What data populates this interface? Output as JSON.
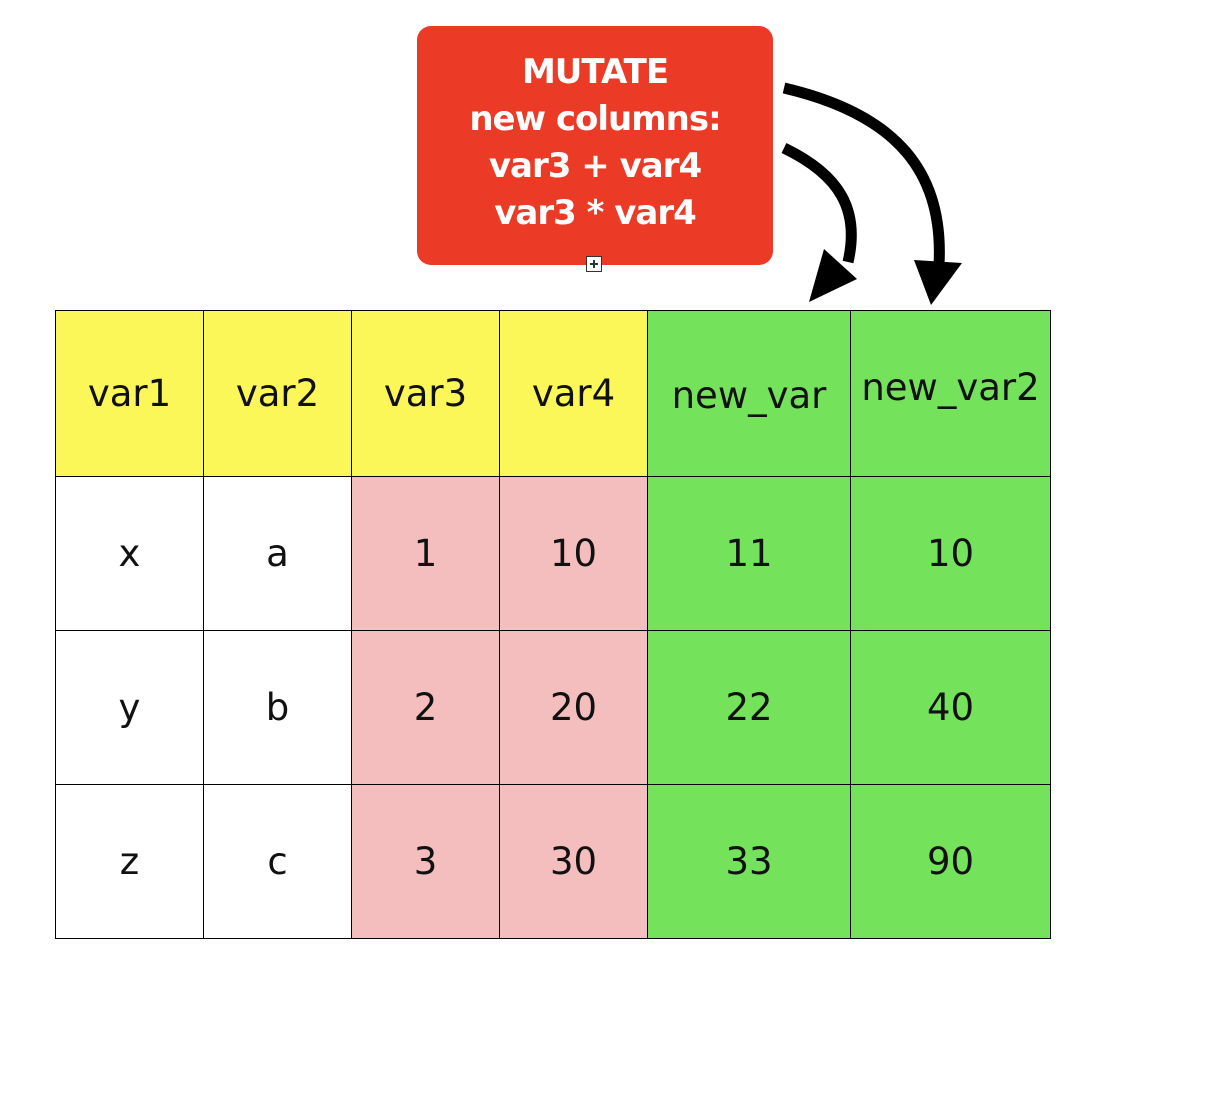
{
  "callout": {
    "lines": [
      "MUTATE",
      "new columns:",
      "var3 + var4",
      "var3 * var4"
    ],
    "color": "#eb3a26"
  },
  "colors": {
    "header_input": "#fbf758",
    "input_highlight": "#f4bebe",
    "new_columns": "#74e25b",
    "plain": "#ffffff"
  },
  "table": {
    "columns": [
      "var1",
      "var2",
      "var3",
      "var4",
      "new_var",
      "new_var2"
    ],
    "rows": [
      [
        "x",
        "a",
        "1",
        "10",
        "11",
        "10"
      ],
      [
        "y",
        "b",
        "2",
        "20",
        "22",
        "40"
      ],
      [
        "z",
        "c",
        "3",
        "30",
        "33",
        "90"
      ]
    ]
  }
}
